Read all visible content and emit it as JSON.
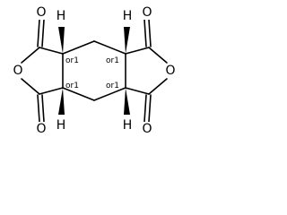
{
  "molecule": {
    "atom_labels": {
      "oxygen": "O",
      "hydrogen": "H"
    },
    "stereo_label": "or1"
  }
}
